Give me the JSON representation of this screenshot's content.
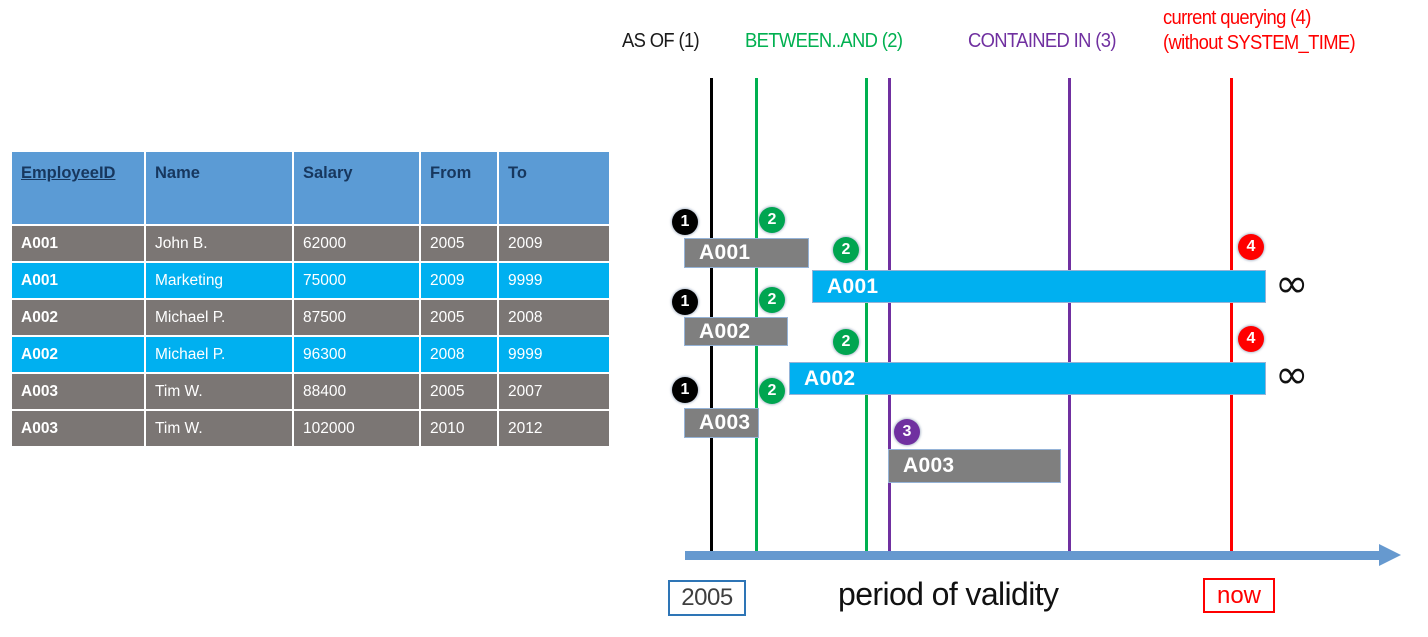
{
  "table": {
    "headers": [
      "EmployeeID",
      "Name",
      "Salary",
      "From",
      "To"
    ],
    "rows": [
      {
        "style": "gray",
        "cells": [
          "A001",
          "John  B.",
          "62000",
          "2005",
          "2009"
        ]
      },
      {
        "style": "cyan",
        "cells": [
          "A001",
          "Marketing",
          "75000",
          "2009",
          "9999"
        ]
      },
      {
        "style": "gray",
        "cells": [
          "A002",
          "Michael P.",
          "87500",
          "2005",
          "2008"
        ]
      },
      {
        "style": "cyan",
        "cells": [
          "A002",
          "Michael P.",
          "96300",
          "2008",
          "9999"
        ]
      },
      {
        "style": "gray",
        "cells": [
          "A003",
          "Tim W.",
          "88400",
          "2005",
          "2007"
        ]
      },
      {
        "style": "gray",
        "cells": [
          "A003",
          "Tim W.",
          "102000",
          "2010",
          "2012"
        ]
      }
    ]
  },
  "diagram": {
    "headers": {
      "as_of": "AS OF (1)",
      "between_and": "BETWEEN..AND (2)",
      "contained_in": "CONTAINED IN (3)",
      "current_line1": "current querying (4)",
      "current_line2": "(without SYSTEM_TIME)"
    },
    "bars": {
      "a001_gray": "A001",
      "a001_cyan": "A001",
      "a002_gray": "A002",
      "a002_cyan": "A002",
      "a003_gray": "A003",
      "a003_gray2": "A003"
    },
    "markers": {
      "one": "1",
      "two": "2",
      "three": "3",
      "four": "4"
    },
    "infinity": "∞",
    "axis": {
      "start_label": "2005",
      "title": "period of validity",
      "end_label": "now"
    },
    "colors": {
      "as_of": "#000000",
      "between_and": "#00b050",
      "contained_in": "#7030a0",
      "current": "#ff0000",
      "bar_gray": "#7f7f7f",
      "bar_cyan": "#00b0f0",
      "table_header": "#5b9bd5",
      "axis": "#6699cf"
    }
  }
}
